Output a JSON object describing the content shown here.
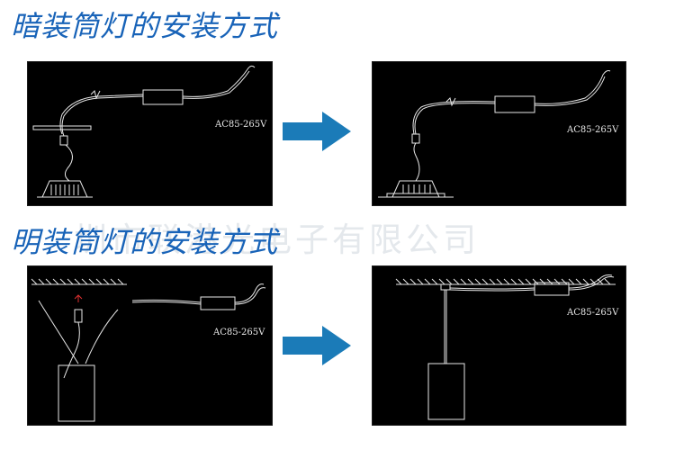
{
  "headings": {
    "recessed": "暗装筒灯的安装方式",
    "surface": "明装筒灯的安装方式"
  },
  "watermark": "圳市联港光电子有限公司",
  "panels": {
    "p1_voltage": "AC85-265V",
    "p2_voltage": "AC85-265V",
    "p3_voltage": "AC85-265V",
    "p4_voltage": "AC85-265V"
  },
  "colors": {
    "heading": "#1863b8",
    "arrow": "#1b7bb8",
    "panel_bg": "#000000",
    "line": "#e8e8e8"
  },
  "icons": {
    "arrow": "arrow-right-icon"
  }
}
